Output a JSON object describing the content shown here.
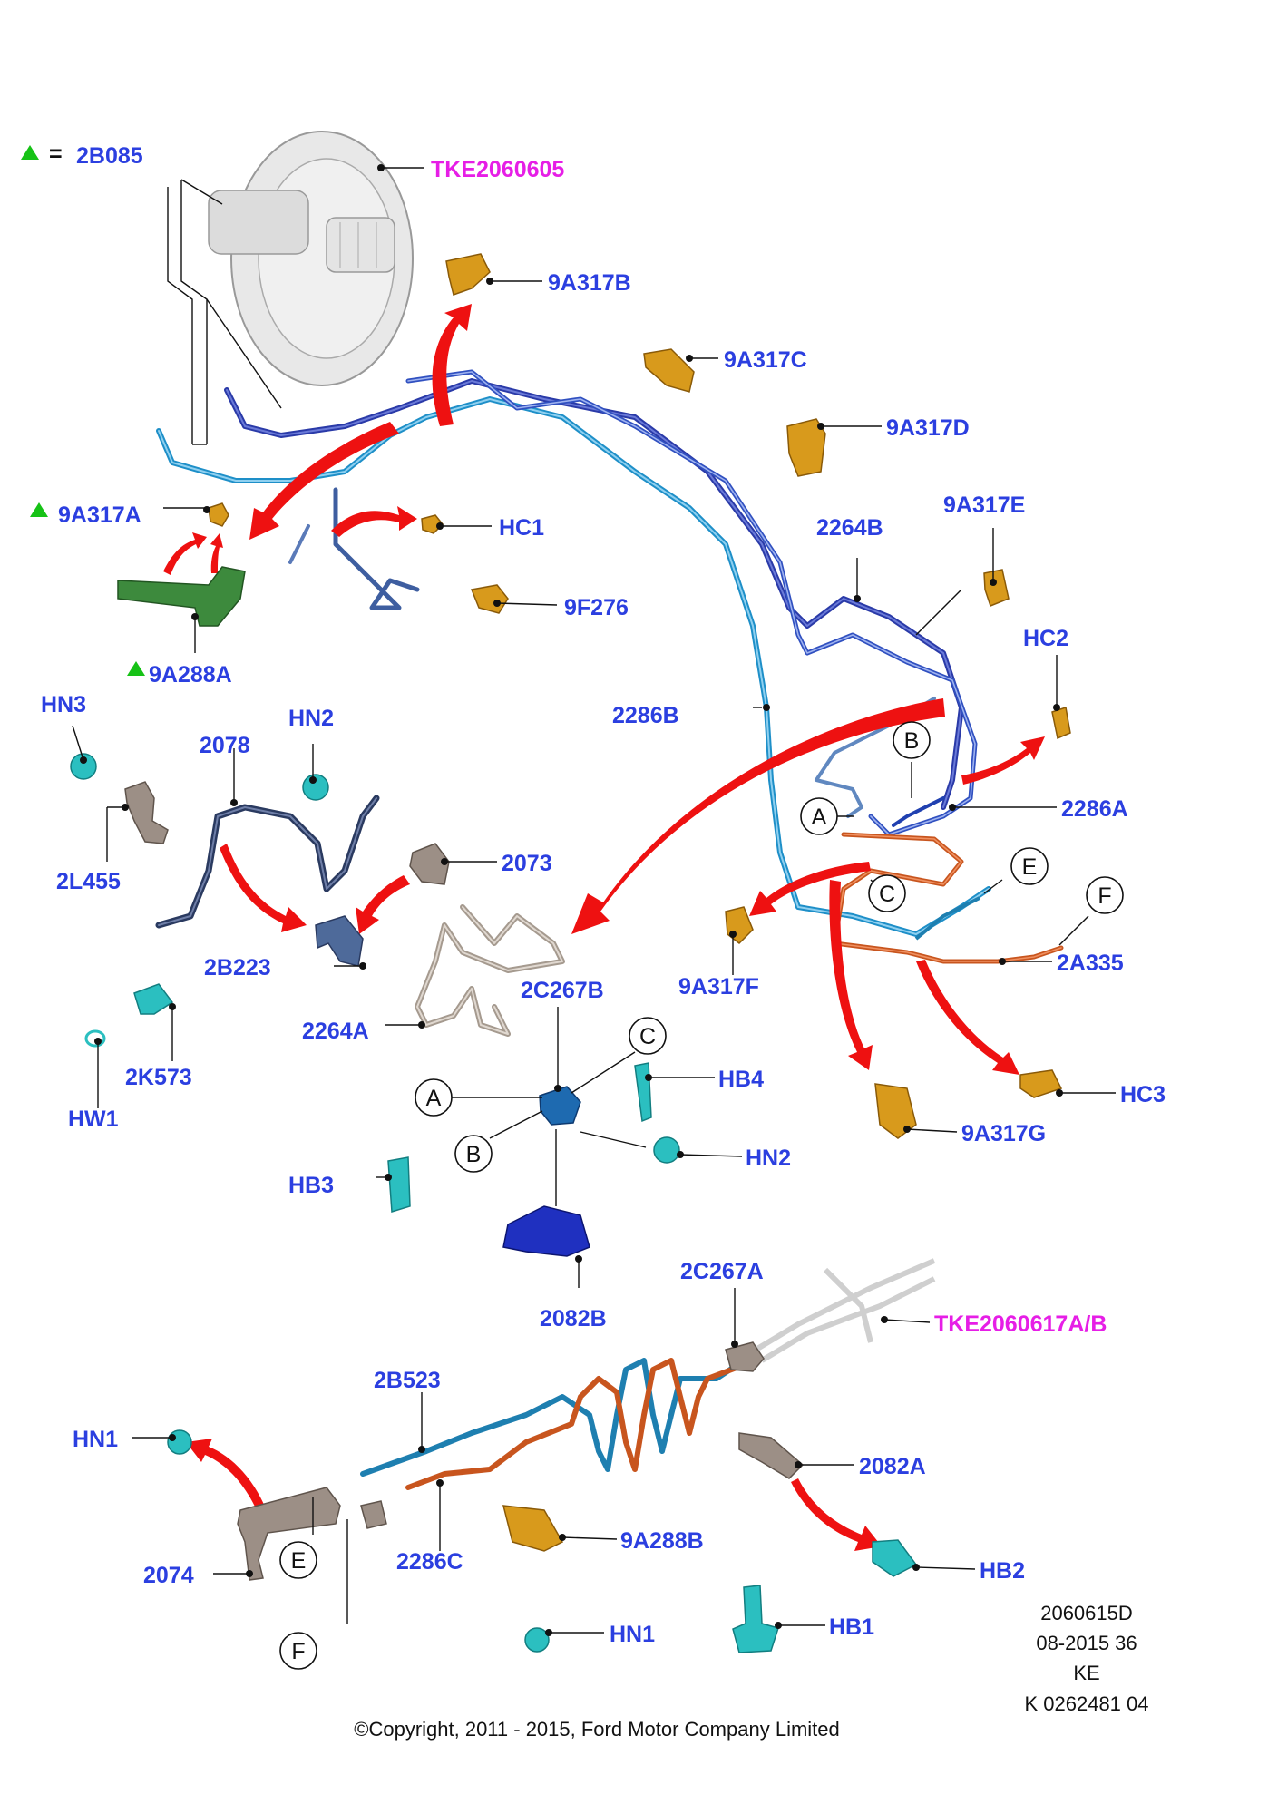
{
  "legend": {
    "symbol": "green-triangle",
    "equals": "=",
    "part": "2B085"
  },
  "callouts": {
    "TKE2060605": "TKE2060605",
    "p9A317B": "9A317B",
    "p9A317C": "9A317C",
    "p9A317D": "9A317D",
    "p9A317A": "9A317A",
    "HC1": "HC1",
    "p9F276": "9F276",
    "p9A317E": "9A317E",
    "p2264B": "2264B",
    "HC2": "HC2",
    "p9A288A": "9A288A",
    "HN3": "HN3",
    "p2078": "2078",
    "HN2a": "HN2",
    "p2286B": "2286B",
    "p2286A": "2286A",
    "p2L455": "2L455",
    "p2073": "2073",
    "p2B223": "2B223",
    "p9A317F": "9A317F",
    "p2A335": "2A335",
    "p2C267B": "2C267B",
    "p2264A": "2264A",
    "p2K573": "2K573",
    "HB4": "HB4",
    "HC3": "HC3",
    "HW1": "HW1",
    "p9A317G": "9A317G",
    "HN2b": "HN2",
    "HB3": "HB3",
    "p2082B": "2082B",
    "p2C267A": "2C267A",
    "TKE2060617": "TKE2060617A/B",
    "p2B523": "2B523",
    "HN1a": "HN1",
    "p2082A": "2082A",
    "p2074": "2074",
    "p2286C": "2286C",
    "p9A288B": "9A288B",
    "HB2": "HB2",
    "HN1b": "HN1",
    "HB1": "HB1"
  },
  "connectors": {
    "A_top": "A",
    "B_top": "B",
    "C_top": "C",
    "E_top": "E",
    "F_top": "F",
    "A_mid": "A",
    "B_mid": "B",
    "C_mid": "C",
    "E_bot": "E",
    "F_bot": "F"
  },
  "info": {
    "line1": "2060615D",
    "line2": "08-2015 36",
    "line3": "KE",
    "line4": "K 0262481 04"
  },
  "copyright": "©Copyright, 2011 - 2015, Ford Motor Company Limited",
  "colors": {
    "label": "#2b3fe0",
    "magenta_label": "#e61ee6",
    "arrow": "#ee1111",
    "legend_triangle": "#16c216",
    "clip": "#d89a1c",
    "fastener": "#2bbfc0"
  }
}
